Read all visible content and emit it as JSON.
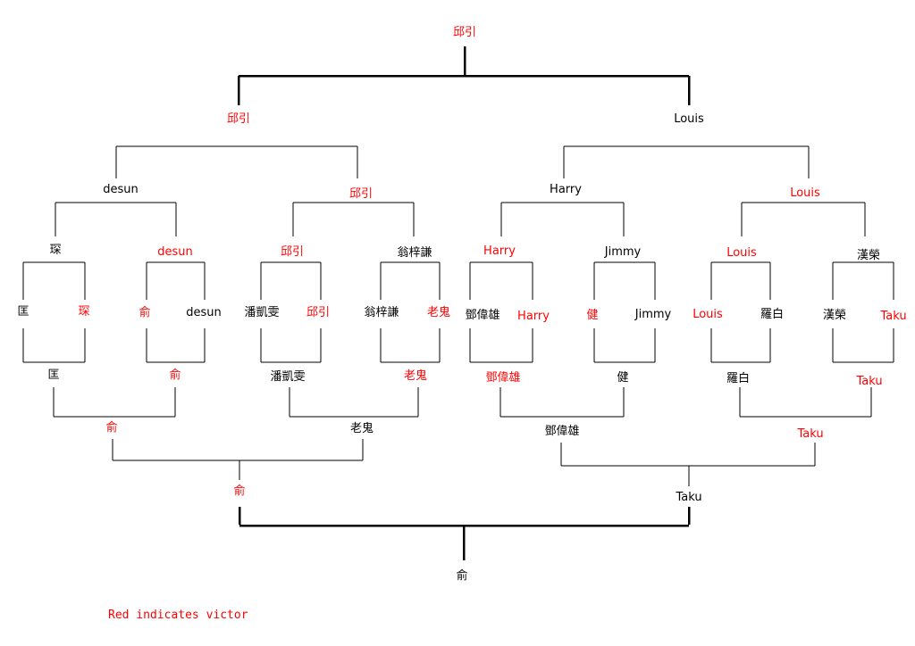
{
  "colors": {
    "victor": "#ff0000",
    "normal": "#000000",
    "line": "#000000"
  },
  "legend": "Red indicates victor",
  "upper_bracket": {
    "champion": "邱引",
    "semifinal": [
      "邱引",
      "Louis"
    ],
    "quarterfinal": [
      "desun",
      "邱引",
      "Harry",
      "Louis"
    ],
    "round_of_8": [
      "琛",
      "desun",
      "邱引",
      "翁梓謙",
      "Harry",
      "Jimmy",
      "Louis",
      "漢榮"
    ],
    "round_of_16": [
      "匡",
      "琛",
      "俞",
      "desun",
      "潘凱雯",
      "邱引",
      "翁梓謙",
      "老鬼",
      "鄧偉雄",
      "Harry",
      "健",
      "Jimmy",
      "Louis",
      "羅白",
      "漢榮",
      "Taku"
    ],
    "victors": {
      "champion": [
        true
      ],
      "semifinal": [
        true,
        false
      ],
      "quarterfinal": [
        false,
        true,
        false,
        true
      ],
      "round_of_8": [
        false,
        true,
        true,
        false,
        true,
        false,
        true,
        false
      ],
      "round_of_16": [
        false,
        true,
        true,
        false,
        false,
        true,
        false,
        true,
        false,
        true,
        true,
        false,
        true,
        false,
        false,
        true
      ]
    }
  },
  "lower_bracket": {
    "champion": "俞",
    "final": [
      "俞",
      "Taku"
    ],
    "semifinal": [
      "俞",
      "老鬼",
      "鄧偉雄",
      "Taku"
    ],
    "entrants": [
      "匡",
      "俞",
      "潘凱雯",
      "老鬼",
      "鄧偉雄",
      "健",
      "羅白",
      "Taku"
    ],
    "victors": {
      "champion": [
        false
      ],
      "final": [
        true,
        false
      ],
      "semifinal": [
        true,
        false,
        false,
        true
      ],
      "entrants": [
        false,
        true,
        false,
        true,
        true,
        false,
        false,
        true
      ]
    }
  }
}
